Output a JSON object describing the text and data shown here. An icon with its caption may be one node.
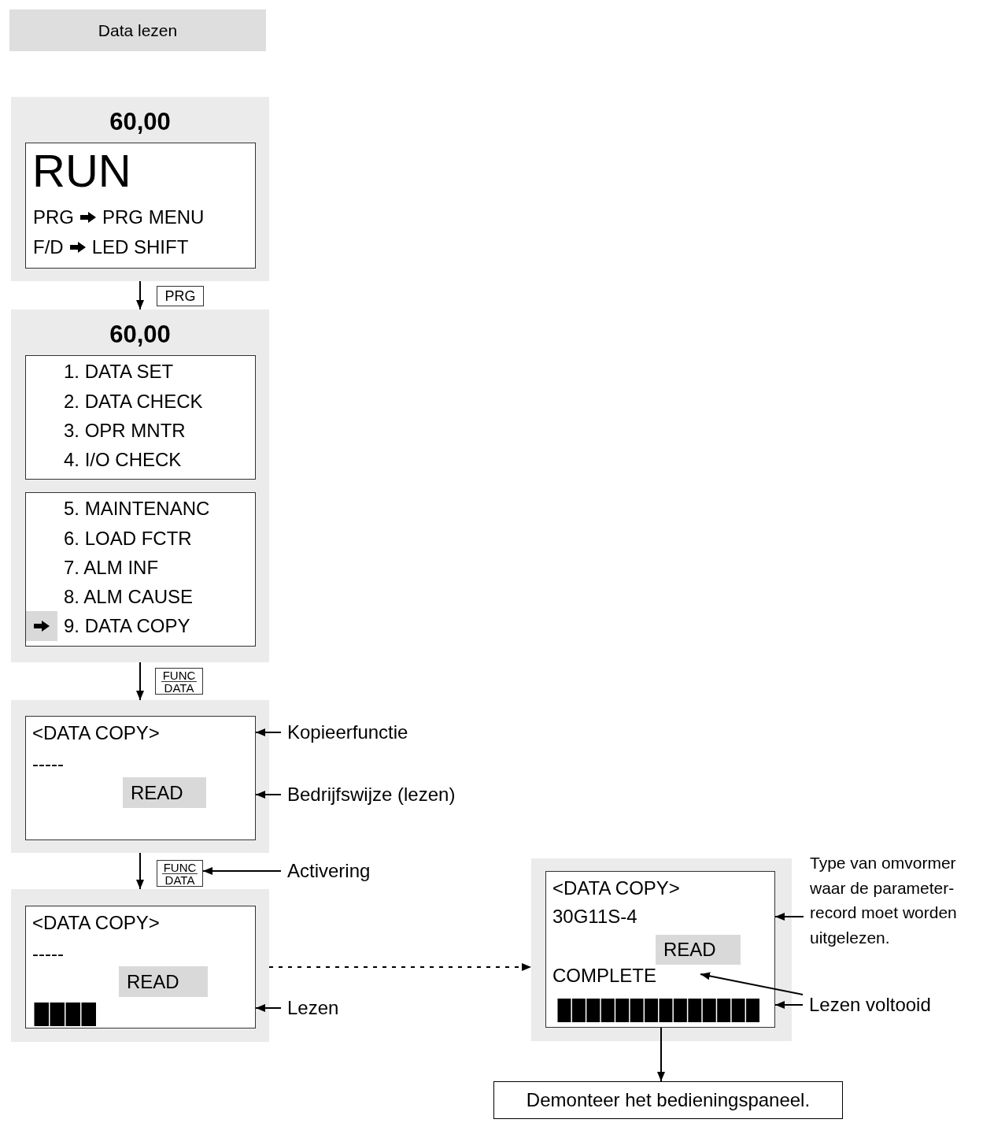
{
  "diagram": {
    "title": "Data lezen",
    "nodes": [
      {
        "text": [
          "60,00"
        ]
      },
      {
        "text": [
          "RUN",
          "PRG",
          "PRG MENU",
          "F/D",
          "LED SHIFT"
        ],
        "in": 0
      },
      {
        "text": [
          "PRG"
        ]
      },
      {
        "text": [
          "60,00"
        ]
      },
      {
        "text": [
          "1. DATA SET",
          "2. DATA CHECK",
          "3. OPR MNTR",
          "4. I/O CHECK"
        ],
        "in": 3
      },
      {
        "text": [
          "5. MAINTENANC",
          "6. LOAD FCTR",
          "7. ALM INF",
          "8. ALM CAUSE",
          "9. DATA COPY"
        ],
        "in": 3
      },
      {
        "text": [
          "FUNC",
          "DATA"
        ]
      },
      {
        "text": [],
        "shape": "box"
      },
      {
        "text": [
          "<DATA COPY>",
          "-----",
          "READ"
        ],
        "in": 7
      },
      {
        "text": [
          "FUNC",
          "DATA"
        ]
      },
      {
        "text": [],
        "shape": "box"
      },
      {
        "text": [
          "<DATA COPY>",
          "-----",
          "READ"
        ],
        "in": 10
      },
      {
        "text": [],
        "shape": "box"
      },
      {
        "text": [
          "<DATA COPY>",
          "30G11S-4",
          "READ",
          "COMPLETE"
        ],
        "in": 12
      },
      {
        "text": [
          "Demonteer het bedieningspaneel."
        ]
      },
      {
        "text": [
          "Kopieerfunctie"
        ]
      },
      {
        "text": [
          "Bedrijfswijze (lezen)"
        ]
      },
      {
        "text": [
          "Activering"
        ]
      },
      {
        "text": [
          "Lezen"
        ]
      },
      {
        "text": [
          "Type van omvormer waar de parameter-record moet worden uitgelezen."
        ]
      },
      {
        "text": [
          "Lezen voltooid"
        ]
      }
    ],
    "edges": [
      {
        "from": 0,
        "to": 3,
        "arrow": "to"
      },
      {
        "from": 3,
        "to": 7,
        "arrow": "to"
      },
      {
        "from": 7,
        "to": 10,
        "arrow": "to"
      },
      {
        "from": 10,
        "to": 12,
        "arrow": "to",
        "style": "dashed"
      },
      {
        "from": 13,
        "to": 14,
        "arrow": "to"
      },
      {
        "from": 15,
        "to": 8,
        "arrow": "to"
      },
      {
        "from": 16,
        "to": 8,
        "arrow": "to"
      },
      {
        "from": 17,
        "to": 9,
        "arrow": "to"
      },
      {
        "from": 18,
        "to": 11,
        "arrow": "to"
      },
      {
        "from": 19,
        "to": 13,
        "arrow": "to"
      },
      {
        "from": 20,
        "to": 13,
        "arrow": "to"
      },
      {
        "from": 20,
        "to": 13,
        "arrow": "to"
      }
    ]
  }
}
